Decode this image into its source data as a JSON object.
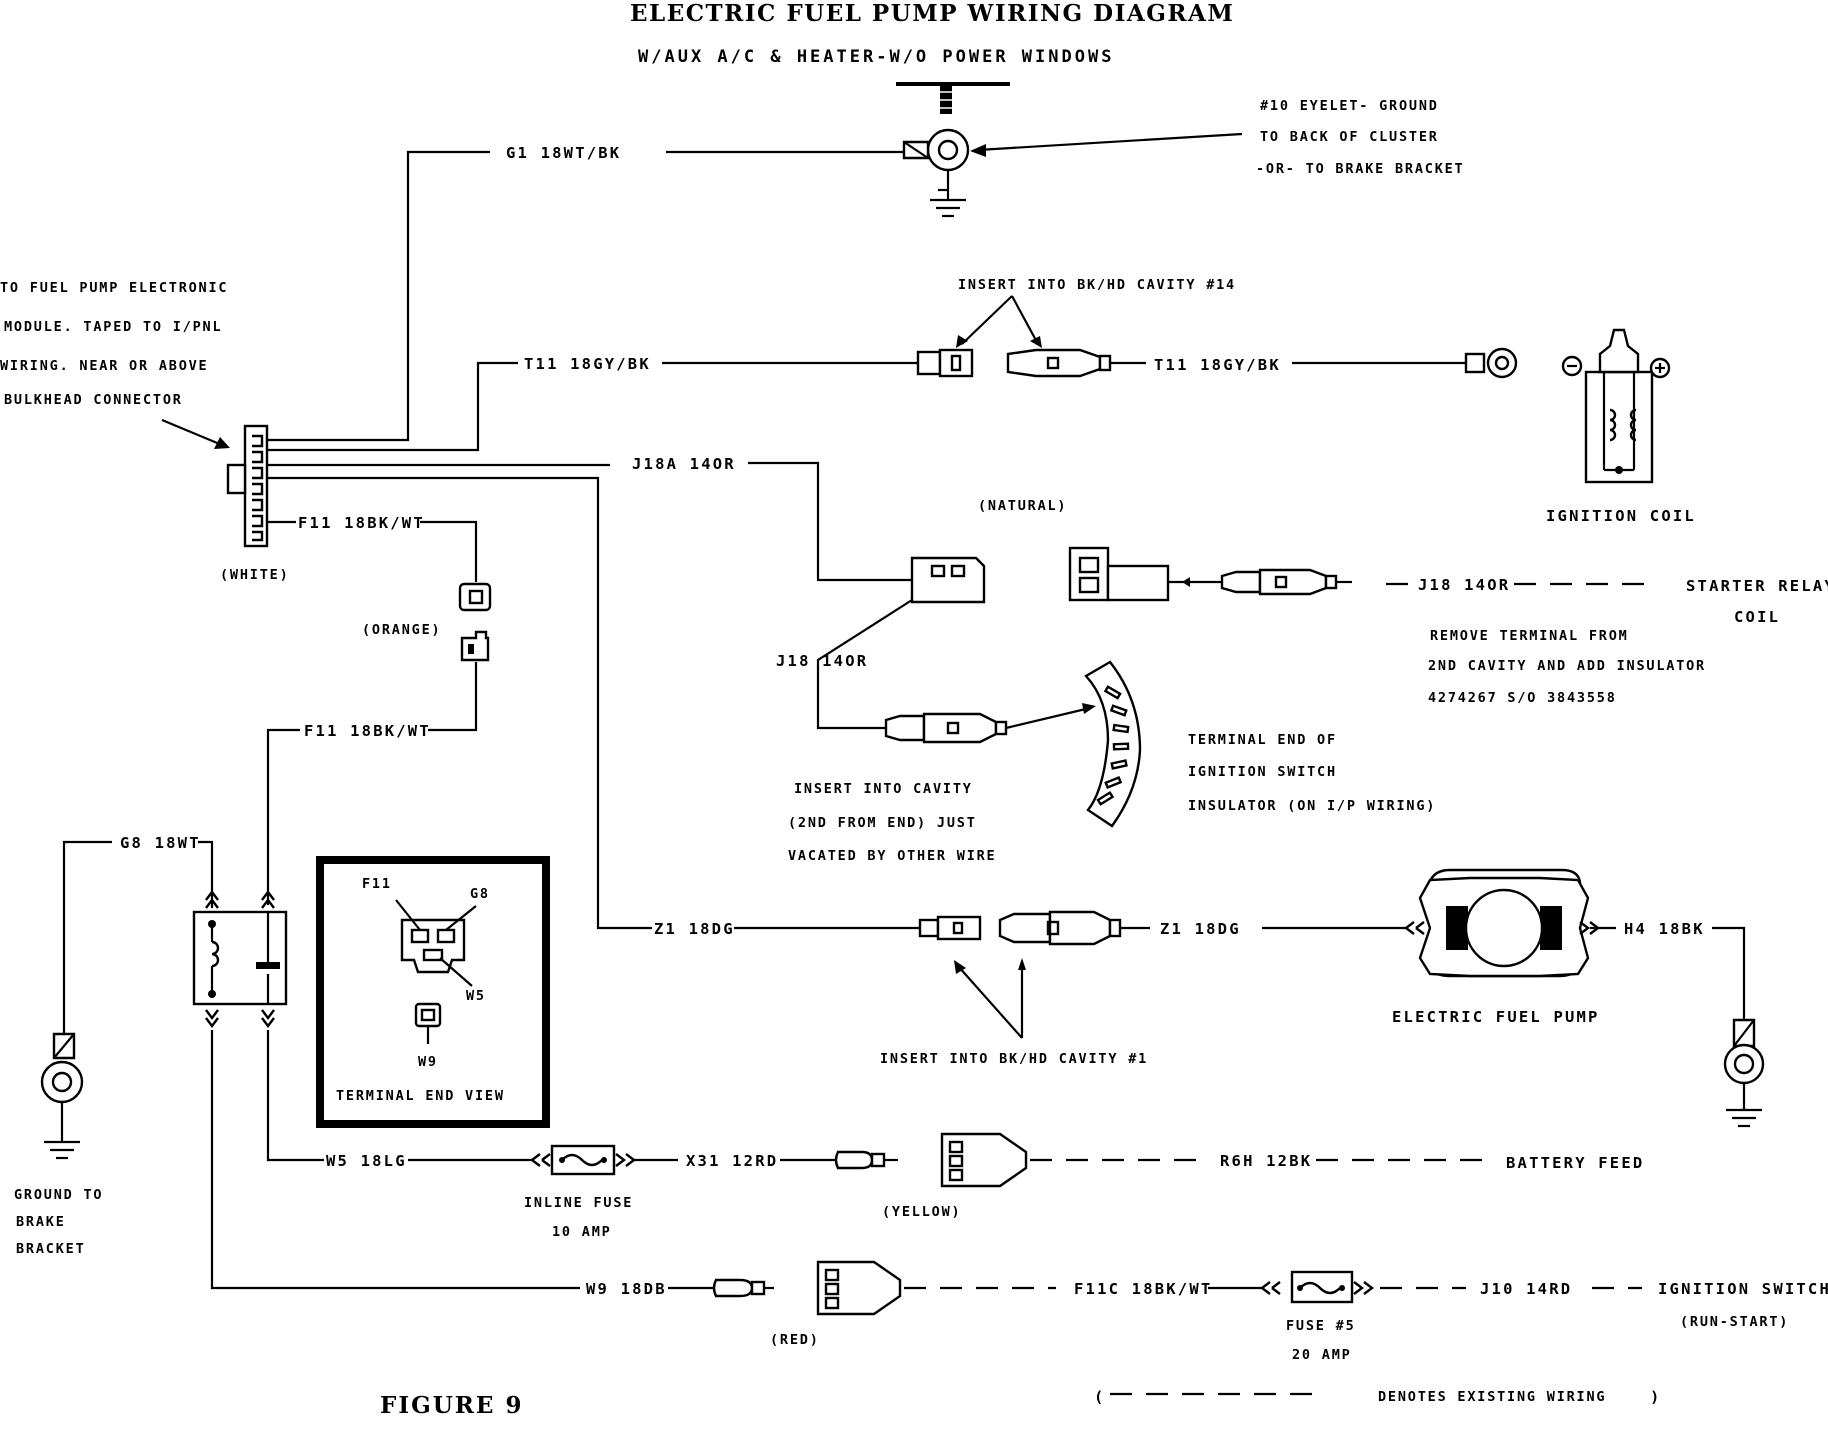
{
  "title": "ELECTRIC FUEL PUMP WIRING DIAGRAM",
  "subtitle": "W/AUX A/C & HEATER-W/O POWER WINDOWS",
  "figure_label": "FIGURE 9",
  "legend_note": "DENOTES EXISTING WIRING",
  "annotations": {
    "ground_note": [
      "#10 EYELET- GROUND",
      "TO BACK OF CLUSTER",
      "-OR- TO BRAKE BRACKET"
    ],
    "module_note": [
      "TO FUEL PUMP ELECTRONIC",
      "MODULE. TAPED TO I/PNL",
      "WIRING. NEAR OR ABOVE",
      "BULKHEAD CONNECTOR"
    ],
    "insert_bkhd_14": "INSERT INTO BK/HD CAVITY #14",
    "insert_bkhd_1": "INSERT INTO BK/HD CAVITY #1",
    "natural": "(NATURAL)",
    "white": "(WHITE)",
    "orange": "(ORANGE)",
    "yellow": "(YELLOW)",
    "red": "(RED)",
    "remove_terminal": [
      "REMOVE TERMINAL FROM",
      "2ND CAVITY AND ADD INSULATOR",
      "4274267 S/O 3843558"
    ],
    "insert_cavity": [
      "INSERT INTO CAVITY",
      "(2ND FROM END) JUST",
      "VACATED BY OTHER WIRE"
    ],
    "ignition_switch_insulator": [
      "TERMINAL END OF",
      "IGNITION SWITCH",
      "INSULATOR (ON I/P WIRING)"
    ],
    "ground_brake": [
      "GROUND TO",
      "BRAKE",
      "BRACKET"
    ],
    "inline_fuse": [
      "INLINE FUSE",
      "10 AMP"
    ],
    "fuse5": [
      "FUSE #5",
      "20 AMP"
    ],
    "ignition_switch_run": [
      "IGNITION SWITCH",
      "(RUN-START)"
    ],
    "starter_relay": [
      "STARTER RELAY",
      "COIL"
    ]
  },
  "components": {
    "ignition_coil": "IGNITION COIL",
    "fuel_pump": "ELECTRIC FUEL PUMP",
    "battery_feed": "BATTERY FEED",
    "terminal_view": {
      "title": "TERMINAL END VIEW",
      "pins": [
        "F11",
        "G8",
        "W5",
        "W9"
      ]
    }
  },
  "wires": {
    "g1": "G1 18WT/BK",
    "t11_left": "T11 18GY/BK",
    "t11_right": "T11 18GY/BK",
    "j18a": "J18A 14OR",
    "f11_top": "F11 18BK/WT",
    "f11_lower": "F11 18BK/WT",
    "j18_mid": "J18 14OR",
    "j18_right": "J18 14OR",
    "z1_left": "Z1 18DG",
    "z1_right": "Z1 18DG",
    "h4": "H4 18BK",
    "g8": "G8 18WT",
    "w5": "W5 18LG",
    "x31": "X31 12RD",
    "r6h": "R6H 12BK",
    "w9": "W9 18DB",
    "f11c": "F11C 18BK/WT",
    "j10": "J10 14RD"
  }
}
